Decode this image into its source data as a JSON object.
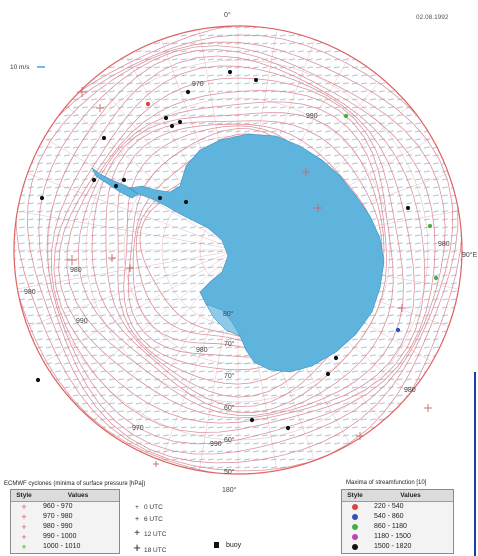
{
  "date": "02.08.1992",
  "wind_scale": "10 m/s",
  "meridian_labels": {
    "top": "0°",
    "right": "90°E",
    "bottom": "180°"
  },
  "isobar_labels": [
    "980",
    "970",
    "990",
    "980",
    "980",
    "990",
    "980",
    "980",
    "970",
    "990"
  ],
  "latitude_labels": [
    "80°",
    "70°",
    "70°",
    "60°",
    "60°",
    "50°"
  ],
  "colors": {
    "ocean_bg": "#ffffff",
    "land": "#5fb4de",
    "isobar": "#d98088",
    "grid": "#d48a90",
    "wind": "#7ab8e8",
    "circle": "#e06060"
  },
  "cyclone_legend": {
    "title": "ECMWF cyclones (minima of surface pressure [hPa])",
    "header": {
      "style": "Style",
      "values": "Values"
    },
    "rows": [
      {
        "values": "960 - 970",
        "color": "#c8686b"
      },
      {
        "values": "970 - 980",
        "color": "#c8686b"
      },
      {
        "values": "980 - 990",
        "color": "#c8686b"
      },
      {
        "values": "990 - 1000",
        "color": "#c8686b"
      },
      {
        "values": "1000 - 1010",
        "color": "#3a9a3a"
      }
    ]
  },
  "time_legend": [
    {
      "symbol": "+",
      "label": "0 UTC"
    },
    {
      "symbol": "+",
      "label": "6 UTC"
    },
    {
      "symbol": "+",
      "label": "12 UTC"
    },
    {
      "symbol": "+",
      "label": "18 UTC"
    }
  ],
  "buoy_label": "buoy",
  "streamfunction_legend": {
    "title": "Maxima of streamfunction [10]",
    "header": {
      "style": "Style",
      "values": "Values"
    },
    "rows": [
      {
        "values": "220 - 540",
        "color": "#e04040"
      },
      {
        "values": "540 - 860",
        "color": "#3050c0"
      },
      {
        "values": "860 - 1180",
        "color": "#40b040"
      },
      {
        "values": "1180 - 1500",
        "color": "#c040c0"
      },
      {
        "values": "1500 - 1820",
        "color": "#111111"
      }
    ]
  }
}
